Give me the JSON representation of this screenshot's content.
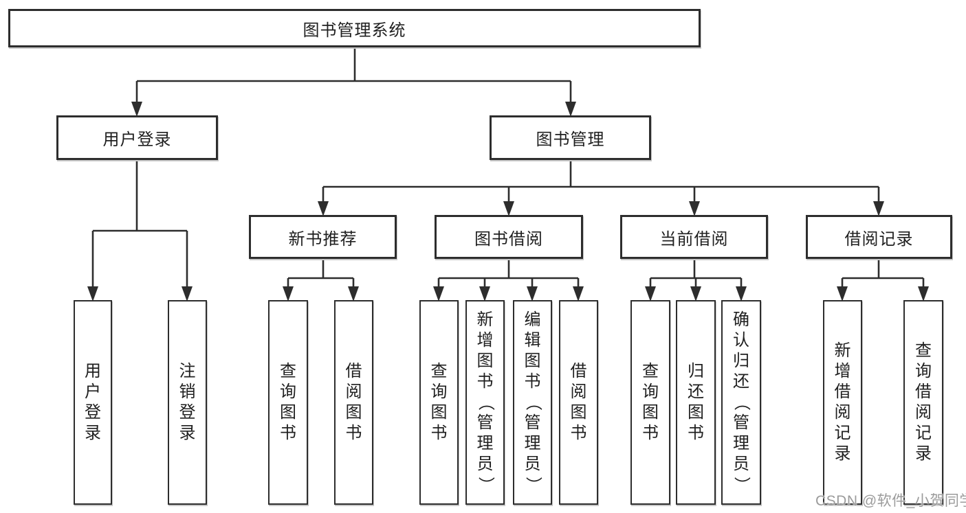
{
  "diagram": {
    "title": "图书管理系统",
    "type": "hierarchy-tree"
  },
  "nodes": {
    "root": {
      "label": "图书管理系统"
    },
    "user_login_group": {
      "label": "用户登录"
    },
    "book_mgmt": {
      "label": "图书管理"
    },
    "new_book_rec": {
      "label": "新书推荐"
    },
    "book_borrow": {
      "label": "图书借阅"
    },
    "current_borrow": {
      "label": "当前借阅"
    },
    "borrow_records": {
      "label": "借阅记录"
    },
    "leaf_user_login": {
      "label": "用户登录"
    },
    "leaf_logout": {
      "label": "注销登录"
    },
    "leaf_nb_query": {
      "label": "查询图书"
    },
    "leaf_nb_borrow": {
      "label": "借阅图书"
    },
    "leaf_bb_query": {
      "label": "查询图书"
    },
    "leaf_bb_add": {
      "label": "新增图书（管理员）"
    },
    "leaf_bb_edit": {
      "label": "编辑图书（管理员）"
    },
    "leaf_bb_borrow": {
      "label": "借阅图书"
    },
    "leaf_cb_query": {
      "label": "查询图书"
    },
    "leaf_cb_return": {
      "label": "归还图书"
    },
    "leaf_cb_confirm": {
      "label": "确认归还（管理员）"
    },
    "leaf_br_add": {
      "label": "新增借阅记录"
    },
    "leaf_br_query": {
      "label": "查询借阅记录"
    }
  },
  "edges": [
    [
      "root",
      "user_login_group"
    ],
    [
      "root",
      "book_mgmt"
    ],
    [
      "user_login_group",
      "leaf_user_login"
    ],
    [
      "user_login_group",
      "leaf_logout"
    ],
    [
      "book_mgmt",
      "new_book_rec"
    ],
    [
      "book_mgmt",
      "book_borrow"
    ],
    [
      "book_mgmt",
      "current_borrow"
    ],
    [
      "book_mgmt",
      "borrow_records"
    ],
    [
      "new_book_rec",
      "leaf_nb_query"
    ],
    [
      "new_book_rec",
      "leaf_nb_borrow"
    ],
    [
      "book_borrow",
      "leaf_bb_query"
    ],
    [
      "book_borrow",
      "leaf_bb_add"
    ],
    [
      "book_borrow",
      "leaf_bb_edit"
    ],
    [
      "book_borrow",
      "leaf_bb_borrow"
    ],
    [
      "current_borrow",
      "leaf_cb_query"
    ],
    [
      "current_borrow",
      "leaf_cb_return"
    ],
    [
      "current_borrow",
      "leaf_cb_confirm"
    ],
    [
      "borrow_records",
      "leaf_br_add"
    ],
    [
      "borrow_records",
      "leaf_br_query"
    ]
  ],
  "watermark": {
    "text": "CSDN @软件_小贺同学"
  },
  "colors": {
    "line": "#2d2d2d",
    "text": "#1f1f1f",
    "wm": "#9b9b9b",
    "bg": "#ffffff"
  }
}
